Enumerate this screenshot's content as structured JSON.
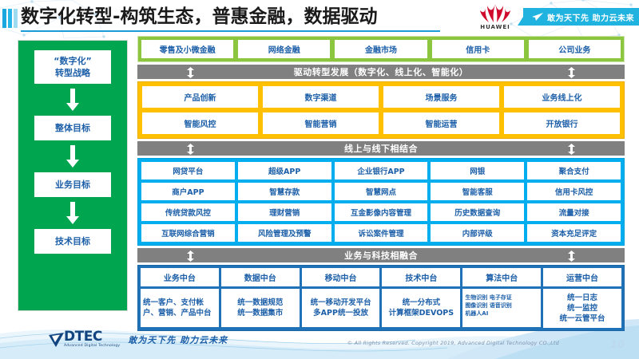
{
  "header": {
    "title": "数字化转型-构筑生态，普惠金融，数据驱动",
    "brand_logo": "huawei-logo",
    "brand_name": "HUAWEI",
    "banner_text": "敢为天下先 助力云未来",
    "banner_icon": "paper-plane-icon",
    "accent_color": "#1b9bd8"
  },
  "sidebar": {
    "bg_color": "#00a550",
    "items": [
      {
        "label": "“数字化”\n转型战略"
      },
      {
        "label": "整体目标"
      },
      {
        "label": "业务目标"
      },
      {
        "label": "技术目标"
      }
    ],
    "arrow_icon": "down-arrow-icon"
  },
  "business_lines": {
    "bg_color": "#8cc63f",
    "items": [
      "零售及小微金融",
      "网络金融",
      "金融市场",
      "信用卡",
      "公司业务"
    ]
  },
  "divider_1": {
    "label": "驱动转型发展（数字化、线上化、智能化）",
    "icon": "up-down-arrow-icon",
    "bg_color": "#808080"
  },
  "transformation": {
    "bg_color": "#ffc000",
    "rows": [
      [
        "产品创新",
        "数字渠道",
        "场景服务",
        "业务线上化"
      ],
      [
        "智能风控",
        "智能营销",
        "智能运营",
        "开放银行"
      ]
    ]
  },
  "divider_2": {
    "label": "线上与线下相结合",
    "icon": "up-down-arrow-icon",
    "bg_color": "#808080"
  },
  "online_offline": {
    "bg_color": "#00aeef",
    "rows": [
      [
        "网贷平台",
        "超级APP",
        "企业银行APP",
        "网银",
        "聚合支付"
      ],
      [
        "商户APP",
        "智慧存款",
        "智慧网点",
        "智能客服",
        "信用卡风控"
      ],
      [
        "传统贷款风控",
        "理财营销",
        "互金影像内容管理",
        "历史数据查询",
        "流量对接"
      ],
      [
        "互联网综合营销",
        "风险管理及预警",
        "诉讼案件管理",
        "内部评级",
        "资本充足评定"
      ]
    ]
  },
  "divider_3": {
    "label": "业务与科技相融合",
    "icon": "up-down-arrow-icon",
    "bg_color": "#808080"
  },
  "platforms": {
    "bg_color": "#1f72b8",
    "columns": [
      {
        "head": "业务中台",
        "body": "统一客户、支付帐户、营销、产品中台",
        "style": "left"
      },
      {
        "head": "数据中台",
        "body": "统一数据规范\n统一数据集市",
        "style": "center"
      },
      {
        "head": "移动中台",
        "body": "统一移动开发平台\n多APP统一投放",
        "style": "center"
      },
      {
        "head": "技术中台",
        "body": "统一分布式\n计算框架DEVOPS",
        "style": "center"
      },
      {
        "head": "算法中台",
        "body": "生物识别 电子存证\n图像识别 语音识别\n机器人AI",
        "style": "tiny"
      },
      {
        "head": "运营中台",
        "body": "统一日志\n统一监控\n统一云管平台",
        "style": "center"
      }
    ]
  },
  "footer": {
    "logo_name": "DTEC",
    "logo_sub": "Advanced Digital Technology",
    "slogan": "敢为天下先  助力云未来",
    "copyright": "© All Rights Reserved. Copyright 2019, Advanced Digital Technology CO.,Ltd",
    "page_number": "10"
  }
}
